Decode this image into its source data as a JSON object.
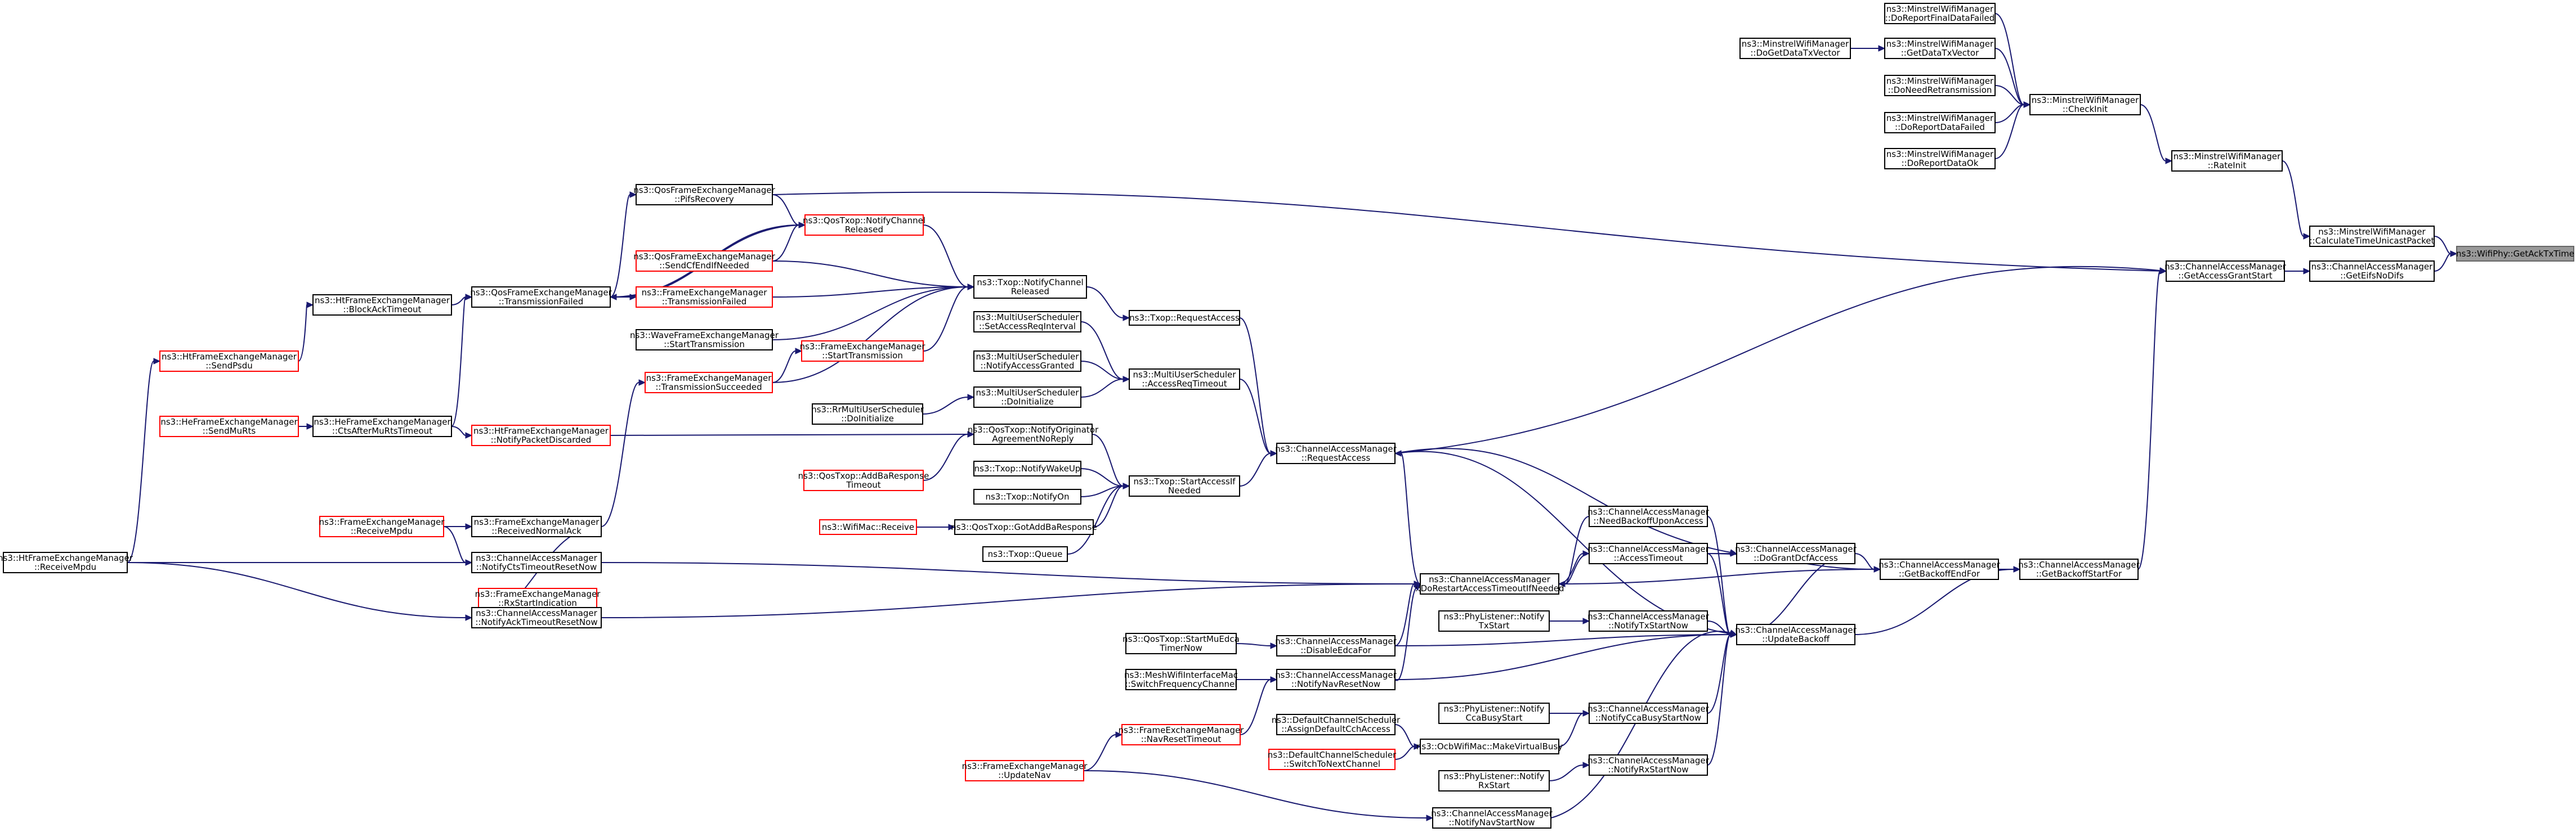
{
  "colors": {
    "edge": "#191970",
    "border": "#000000",
    "incomplete_border": "#ff0000",
    "root_fill": "#999999",
    "root_border": "#666666"
  },
  "nodes": [
    {
      "id": "root",
      "style": "root",
      "lines": [
        "ns3::WifiPhy::GetAckTxTime"
      ]
    },
    {
      "id": "calcTimeUnicast",
      "style": "black",
      "lines": [
        "ns3::MinstrelWifiManager",
        "::CalculateTimeUnicastPacket"
      ]
    },
    {
      "id": "getIfsNoDifs",
      "style": "black",
      "lines": [
        "ns3::ChannelAccessManager",
        "::GetEifsNoDifs"
      ]
    },
    {
      "id": "rateInit",
      "style": "black",
      "lines": [
        "ns3::MinstrelWifiManager",
        "::RateInit"
      ]
    },
    {
      "id": "checkInit",
      "style": "black",
      "lines": [
        "ns3::MinstrelWifiManager",
        "::CheckInit"
      ]
    },
    {
      "id": "doReportFinalDataFailed",
      "style": "black",
      "lines": [
        "ns3::MinstrelWifiManager",
        "::DoReportFinalDataFailed"
      ]
    },
    {
      "id": "getDataTxVector",
      "style": "black",
      "lines": [
        "ns3::MinstrelWifiManager",
        "::GetDataTxVector"
      ]
    },
    {
      "id": "doGetDataTxVector",
      "style": "black",
      "lines": [
        "ns3::MinstrelWifiManager",
        "::DoGetDataTxVector"
      ]
    },
    {
      "id": "doNeedRetransmission",
      "style": "black",
      "lines": [
        "ns3::MinstrelWifiManager",
        "::DoNeedRetransmission"
      ]
    },
    {
      "id": "doReportDataFailed",
      "style": "black",
      "lines": [
        "ns3::MinstrelWifiManager",
        "::DoReportDataFailed"
      ]
    },
    {
      "id": "doReportDataOk",
      "style": "black",
      "lines": [
        "ns3::MinstrelWifiManager",
        "::DoReportDataOk"
      ]
    },
    {
      "id": "getAccessGrantStart",
      "style": "black",
      "lines": [
        "ns3::ChannelAccessManager",
        "::GetAccessGrantStart"
      ]
    },
    {
      "id": "getBackoffStartFor",
      "style": "black",
      "lines": [
        "ns3::ChannelAccessManager",
        "::GetBackoffStartFor"
      ]
    },
    {
      "id": "getBackoffEndFor",
      "style": "black",
      "lines": [
        "ns3::ChannelAccessManager",
        "::GetBackoffEndFor"
      ]
    },
    {
      "id": "updateBackoff",
      "style": "black",
      "lines": [
        "ns3::ChannelAccessManager",
        "::UpdateBackoff"
      ]
    },
    {
      "id": "doGrantDcfAccess",
      "style": "black",
      "lines": [
        "ns3::ChannelAccessManager",
        "::DoGrantDcfAccess"
      ]
    },
    {
      "id": "needBackoffUponAccess",
      "style": "black",
      "lines": [
        "ns3::ChannelAccessManager",
        "::NeedBackoffUponAccess"
      ]
    },
    {
      "id": "accessTimeout",
      "style": "black",
      "lines": [
        "ns3::ChannelAccessManager",
        "::AccessTimeout"
      ]
    },
    {
      "id": "doRestartAccessTimeoutIfNeeded",
      "style": "black",
      "lines": [
        "ns3::ChannelAccessManager",
        "::DoRestartAccessTimeoutIfNeeded"
      ]
    },
    {
      "id": "requestAccess",
      "style": "black",
      "lines": [
        "ns3::ChannelAccessManager",
        "::RequestAccess"
      ]
    },
    {
      "id": "notifyTxStartNow",
      "style": "black",
      "lines": [
        "ns3::ChannelAccessManager",
        "::NotifyTxStartNow"
      ]
    },
    {
      "id": "phyNotifyTxStart",
      "style": "black",
      "lines": [
        "ns3::PhyListener::Notify",
        "TxStart"
      ]
    },
    {
      "id": "notifyCcaBusyStartNow",
      "style": "black",
      "lines": [
        "ns3::ChannelAccessManager",
        "::NotifyCcaBusyStartNow"
      ]
    },
    {
      "id": "phyNotifyCcaBusyStart",
      "style": "black",
      "lines": [
        "ns3::PhyListener::Notify",
        "CcaBusyStart"
      ]
    },
    {
      "id": "notifyRxStartNow",
      "style": "black",
      "lines": [
        "ns3::ChannelAccessManager",
        "::NotifyRxStartNow"
      ]
    },
    {
      "id": "phyNotifyRxStart",
      "style": "black",
      "lines": [
        "ns3::PhyListener::Notify",
        "RxStart"
      ]
    },
    {
      "id": "disableEdcaFor",
      "style": "black",
      "lines": [
        "ns3::ChannelAccessManager",
        "::DisableEdcaFor"
      ]
    },
    {
      "id": "startMuEdcaTimerNow",
      "style": "black",
      "lines": [
        "ns3::QosTxop::StartMuEdca",
        "TimerNow"
      ]
    },
    {
      "id": "notifyNavResetNow",
      "style": "black",
      "lines": [
        "ns3::ChannelAccessManager",
        "::NotifyNavResetNow"
      ]
    },
    {
      "id": "switchFrequencyChannel",
      "style": "black",
      "lines": [
        "ns3::MeshWifiInterfaceMac",
        "::SwitchFrequencyChannel"
      ]
    },
    {
      "id": "navResetTimeout",
      "style": "red",
      "lines": [
        "ns3::FrameExchangeManager",
        "::NavResetTimeout"
      ]
    },
    {
      "id": "updateNav",
      "style": "red",
      "lines": [
        "ns3::FrameExchangeManager",
        "::UpdateNav"
      ]
    },
    {
      "id": "makeVirtualBusy",
      "style": "black",
      "lines": [
        "ns3::OcbWifiMac::MakeVirtualBusy"
      ]
    },
    {
      "id": "assignDefaultCcaAccess",
      "style": "black",
      "lines": [
        "ns3::DefaultChannelScheduler",
        "::AssignDefaultCchAccess"
      ]
    },
    {
      "id": "switchToNextChannel",
      "style": "red",
      "lines": [
        "ns3::DefaultChannelScheduler",
        "::SwitchToNextChannel"
      ]
    },
    {
      "id": "notifyNavStartNow",
      "style": "black",
      "lines": [
        "ns3::ChannelAccessManager",
        "::NotifyNavStartNow"
      ]
    },
    {
      "id": "txopRequestAccess",
      "style": "black",
      "lines": [
        "ns3::Txop::RequestAccess"
      ]
    },
    {
      "id": "startAccessIfNeeded",
      "style": "black",
      "lines": [
        "ns3::Txop::StartAccessIf",
        "Needed"
      ]
    },
    {
      "id": "muAccessReqTimeout",
      "style": "black",
      "lines": [
        "ns3::MultiUserScheduler",
        "::AccessReqTimeout"
      ]
    },
    {
      "id": "notifyChannelReleased",
      "style": "black",
      "lines": [
        "ns3::Txop::NotifyChannel",
        "Released"
      ]
    },
    {
      "id": "qosNotifyChannelReleased",
      "style": "red",
      "lines": [
        "ns3::QosTxop::NotifyChannel",
        "Released"
      ]
    },
    {
      "id": "setAccessReqInterval",
      "style": "black",
      "lines": [
        "ns3::MultiUserScheduler",
        "::SetAccessReqInterval"
      ]
    },
    {
      "id": "notifyAccessGranted",
      "style": "black",
      "lines": [
        "ns3::MultiUserScheduler",
        "::NotifyAccessGranted"
      ]
    },
    {
      "id": "muDoInitialize",
      "style": "black",
      "lines": [
        "ns3::MultiUserScheduler",
        "::DoInitialize"
      ]
    },
    {
      "id": "rrDoInitialize",
      "style": "black",
      "lines": [
        "ns3::RrMultiUserScheduler",
        "::DoInitialize"
      ]
    },
    {
      "id": "notifyOriginatorAgreementNoReply",
      "style": "black",
      "lines": [
        "ns3::QosTxop::NotifyOriginator",
        "AgreementNoReply"
      ]
    },
    {
      "id": "addBaResponseTimeout",
      "style": "red",
      "lines": [
        "ns3::QosTxop::AddBaResponse",
        "Timeout"
      ]
    },
    {
      "id": "notifyWakeUp",
      "style": "black",
      "lines": [
        "ns3::Txop::NotifyWakeUp"
      ]
    },
    {
      "id": "notifyOn",
      "style": "black",
      "lines": [
        "ns3::Txop::NotifyOn"
      ]
    },
    {
      "id": "gotAddBaResponse",
      "style": "black",
      "lines": [
        "ns3::QosTxop::GotAddBaResponse"
      ]
    },
    {
      "id": "wifiMacReceive",
      "style": "red",
      "lines": [
        "ns3::WifiMac::Receive"
      ]
    },
    {
      "id": "txopQueue",
      "style": "black",
      "lines": [
        "ns3::Txop::Queue"
      ]
    },
    {
      "id": "qosPifsRecovery",
      "style": "black",
      "lines": [
        "ns3::QosFrameExchangeManager",
        "::PifsRecovery"
      ]
    },
    {
      "id": "qosSendCfEndIfNeeded",
      "style": "red",
      "lines": [
        "ns3::QosFrameExchangeManager",
        "::SendCfEndIfNeeded"
      ]
    },
    {
      "id": "feTransmissionFailed",
      "style": "red",
      "lines": [
        "ns3::FrameExchangeManager",
        "::TransmissionFailed"
      ]
    },
    {
      "id": "qosTransmissionFailed",
      "style": "black",
      "lines": [
        "ns3::QosFrameExchangeManager",
        "::TransmissionFailed"
      ]
    },
    {
      "id": "waveStartTransmission",
      "style": "black",
      "lines": [
        "ns3::WaveFrameExchangeManager",
        "::StartTransmission"
      ]
    },
    {
      "id": "feStartTransmission",
      "style": "red",
      "lines": [
        "ns3::FrameExchangeManager",
        "::StartTransmission"
      ]
    },
    {
      "id": "feTransmissionSucceeded",
      "style": "red",
      "lines": [
        "ns3::FrameExchangeManager",
        "::TransmissionSucceeded"
      ]
    },
    {
      "id": "htNotifyPacketDiscarded",
      "style": "red",
      "lines": [
        "ns3::HtFrameExchangeManager",
        "::NotifyPacketDiscarded"
      ]
    },
    {
      "id": "htBlockAckTimeout",
      "style": "black",
      "lines": [
        "ns3::HtFrameExchangeManager",
        "::BlockAckTimeout"
      ]
    },
    {
      "id": "heCtsAfterMuRtsTimeout",
      "style": "black",
      "lines": [
        "ns3::HeFrameExchangeManager",
        "::CtsAfterMuRtsTimeout"
      ]
    },
    {
      "id": "htSendPsdu",
      "style": "red",
      "lines": [
        "ns3::HtFrameExchangeManager",
        "::SendPsdu"
      ]
    },
    {
      "id": "heSendMuRts",
      "style": "red",
      "lines": [
        "ns3::HeFrameExchangeManager",
        "::SendMuRts"
      ]
    },
    {
      "id": "htReceiveMpdu",
      "style": "black",
      "lines": [
        "ns3::HtFrameExchangeManager",
        "::ReceiveMpdu"
      ]
    },
    {
      "id": "feReceivedNormalAck",
      "style": "black",
      "lines": [
        "ns3::FrameExchangeManager",
        "::ReceivedNormalAck"
      ]
    },
    {
      "id": "feReceiveMpdu",
      "style": "red",
      "lines": [
        "ns3::FrameExchangeManager",
        "::ReceiveMpdu"
      ]
    },
    {
      "id": "notifyCtsTimeoutResetNow",
      "style": "black",
      "lines": [
        "ns3::ChannelAccessManager",
        "::NotifyCtsTimeoutResetNow"
      ]
    },
    {
      "id": "feRxStartIndication",
      "style": "red",
      "lines": [
        "ns3::FrameExchangeManager",
        "::RxStartIndication"
      ]
    },
    {
      "id": "notifyAckTimeoutResetNow",
      "style": "black",
      "lines": [
        "ns3::ChannelAccessManager",
        "::NotifyAckTimeoutResetNow"
      ]
    }
  ]
}
